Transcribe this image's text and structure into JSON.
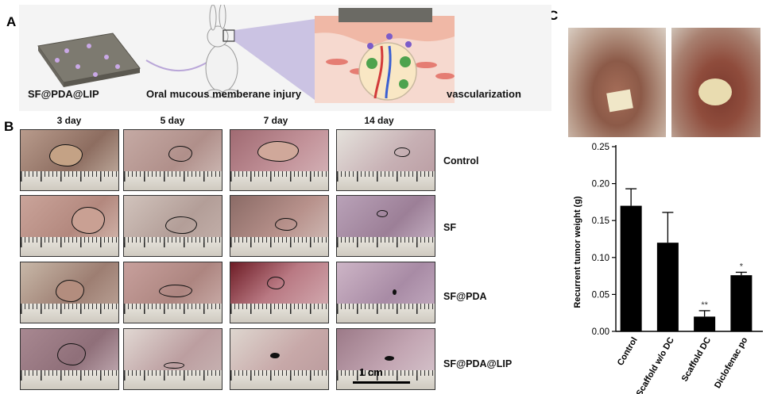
{
  "panels": {
    "a": "A",
    "b": "B",
    "c": "C"
  },
  "panel_a": {
    "captions": [
      "SF@PDA@LIP",
      "Oral mucous memberane injury",
      "vascularization"
    ]
  },
  "panel_b": {
    "days": [
      "3 day",
      "5 day",
      "7 day",
      "14 day"
    ],
    "groups": [
      "Control",
      "SF",
      "SF@PDA",
      "SF@PDA@LIP"
    ],
    "scale_bar": "1 cm"
  },
  "chart_data": {
    "type": "bar",
    "categories": [
      "Control",
      "Scaffold w/o DC",
      "Scaffold DC",
      "Diclofenac po"
    ],
    "values": [
      0.17,
      0.12,
      0.02,
      0.076
    ],
    "errors": [
      0.023,
      0.041,
      0.008,
      0.004
    ],
    "significance": [
      "",
      "",
      "**",
      "*"
    ],
    "ylabel": "Recurrent tumor weight (g)",
    "xlabel": "",
    "ylim": [
      0,
      0.25
    ],
    "yticks": [
      "0.00",
      "0.05",
      "0.10",
      "0.15",
      "0.20",
      "0.25"
    ],
    "bar_color": "#000000"
  }
}
